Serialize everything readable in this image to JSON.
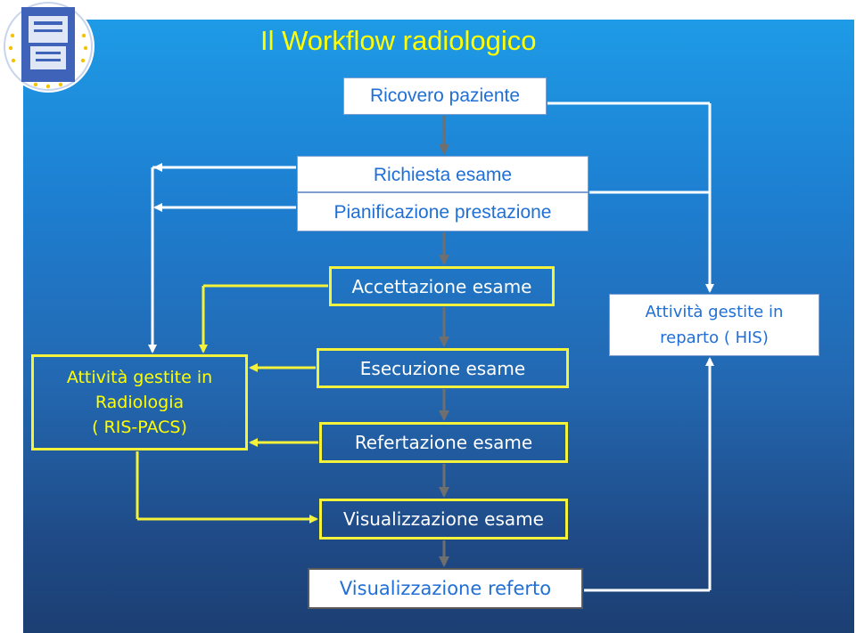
{
  "title": "Il Workflow radiologico",
  "boxes": {
    "ricovero": "Ricovero paziente",
    "richiesta": "Richiesta esame",
    "pianificazione": "Pianificazione prestazione",
    "accettazione": "Accettazione esame",
    "esecuzione": "Esecuzione esame",
    "refertazione": "Refertazione esame",
    "visualizzazione_esame": "Visualizzazione esame",
    "visualizzazione_referto": "Visualizzazione referto"
  },
  "radiologia": {
    "line1": "Attività gestite in",
    "line2": "Radiologia",
    "line3": "( RIS-PACS)"
  },
  "reparto": {
    "line1": "Attività gestite in",
    "line2": "reparto ( HIS)"
  },
  "colors": {
    "connector_white": "#ffffff",
    "connector_yellow": "#f4f23a",
    "connector_grey": "#6f6f6f",
    "accent_yellow": "#ffff00",
    "box_text_blue": "#1f6fd6"
  }
}
